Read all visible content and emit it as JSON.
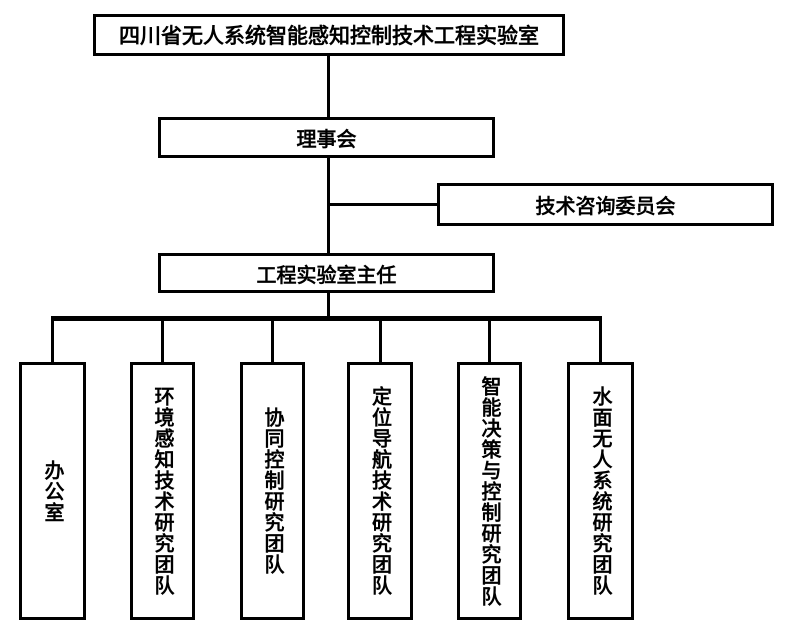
{
  "org": {
    "root": "四川省无人系统智能感知控制技术工程实验室",
    "board": "理事会",
    "advisory": "技术咨询委员会",
    "director": "工程实验室主任",
    "departments": [
      {
        "label": "办公室"
      },
      {
        "label": "环境感知技术研究团队"
      },
      {
        "label": "协同控制研究团队"
      },
      {
        "label": "定位导航技术研究团队"
      },
      {
        "label": "智能决策与控制研究团队"
      },
      {
        "label": "水面无人系统研究团队"
      }
    ]
  },
  "colors": {
    "line": "#000000",
    "box_border": "#000000",
    "background": "#ffffff",
    "text": "#000000"
  }
}
